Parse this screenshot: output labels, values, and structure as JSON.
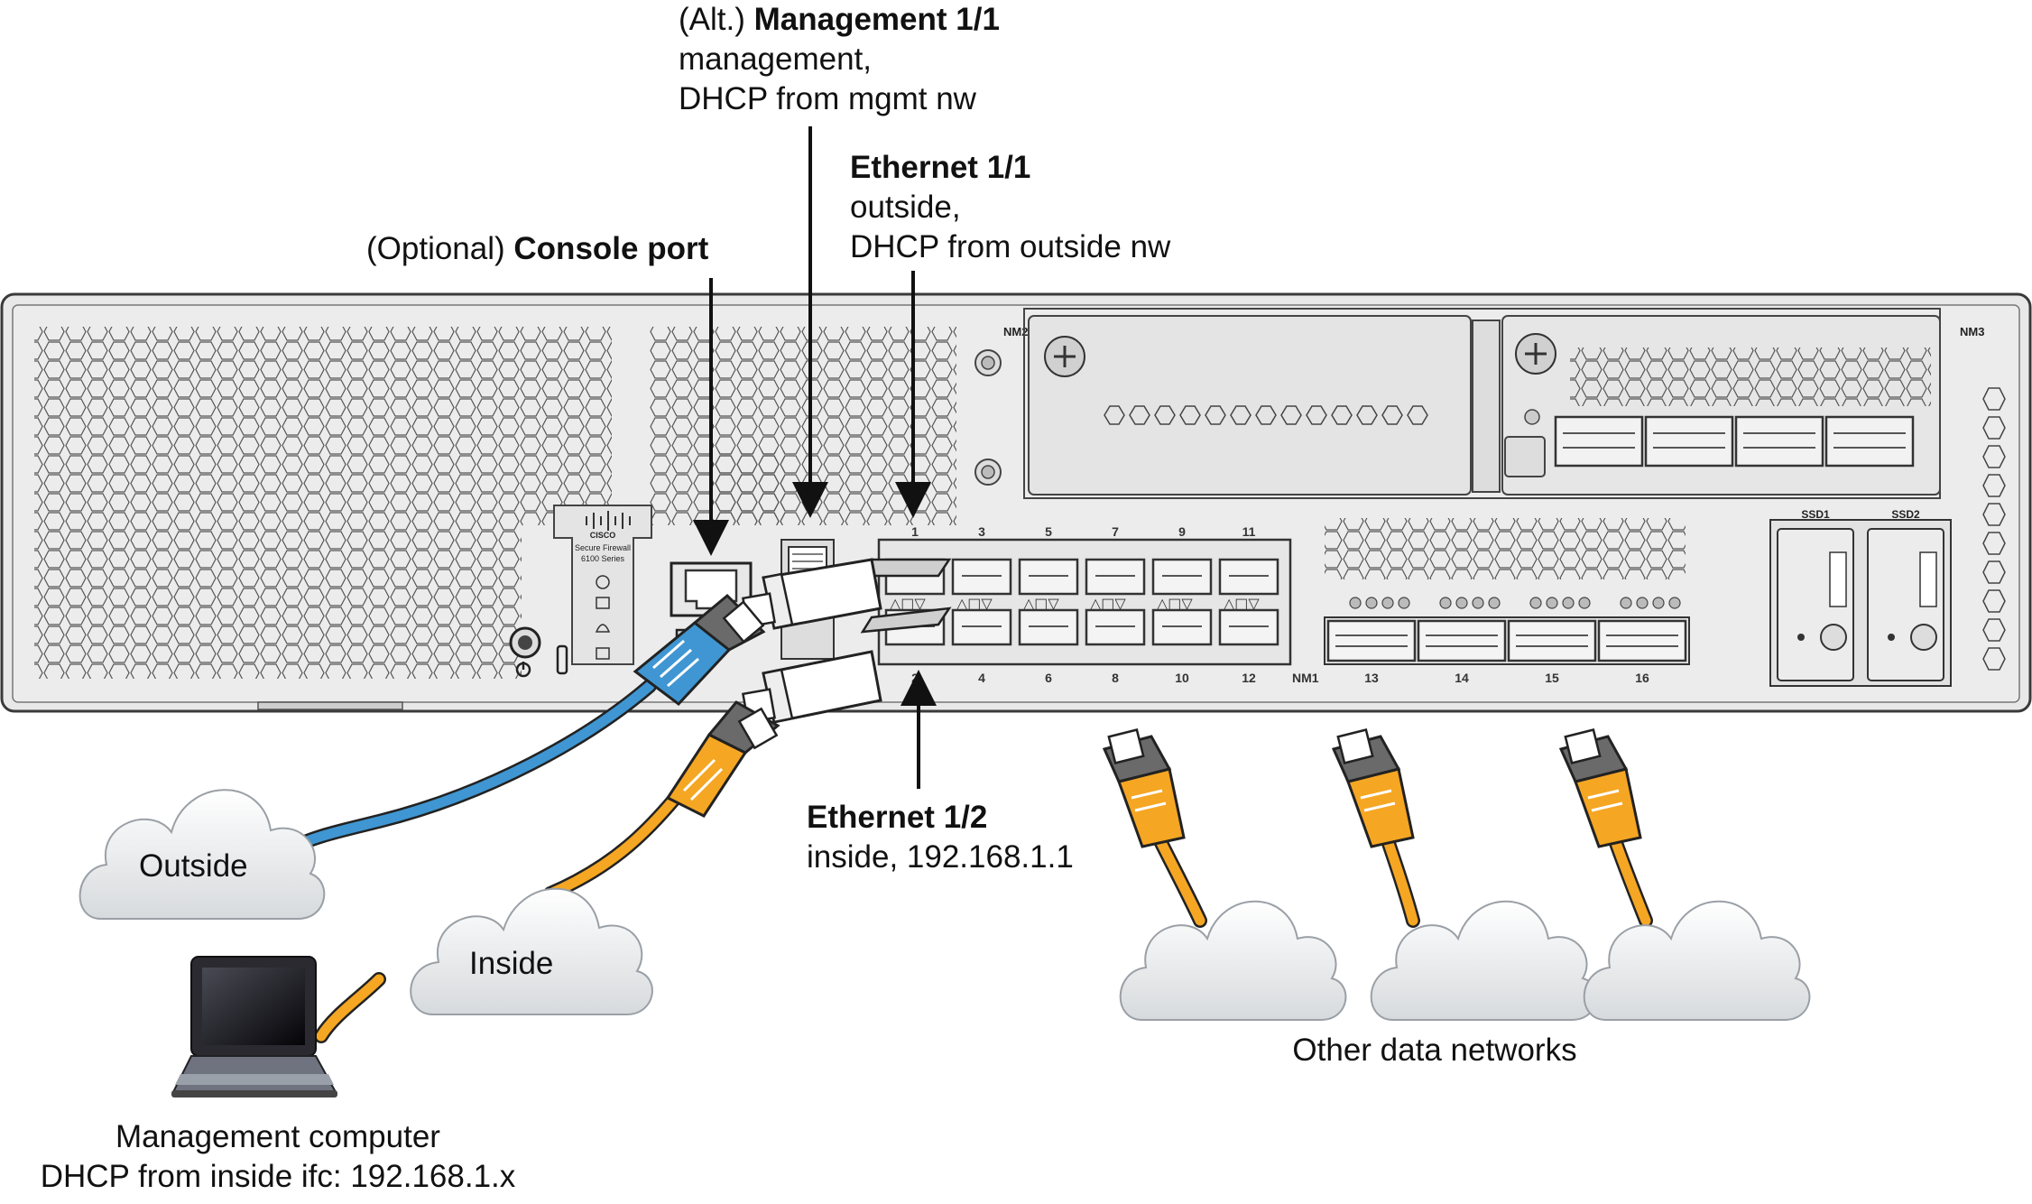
{
  "callouts": {
    "management": {
      "prefix": "(Alt.)",
      "title": "Management 1/1",
      "line2": "management,",
      "line3": "DHCP from mgmt nw"
    },
    "ethernet11": {
      "title": "Ethernet 1/1",
      "line2": "outside,",
      "line3": "DHCP from outside nw"
    },
    "console": {
      "prefix": "(Optional)",
      "title": "Console port"
    },
    "ethernet12": {
      "title": "Ethernet 1/2",
      "line2": "inside, 192.168.1.1"
    }
  },
  "clouds": {
    "outside": "Outside",
    "inside": "Inside"
  },
  "other_networks_label": "Other data networks",
  "management_computer": {
    "line1": "Management computer",
    "line2": "DHCP from inside ifc: 192.168.1.x"
  },
  "chassis": {
    "logo_text": "CISCO",
    "model_line1": "Secure Firewall",
    "model_line2": "6100 Series",
    "slot_nm1": "NM1",
    "slot_nm2": "NM2",
    "slot_nm3": "NM3",
    "ssd1": "SSD1",
    "ssd2": "SSD2",
    "port_numbers_top": [
      "1",
      "3",
      "5",
      "7",
      "9",
      "11"
    ],
    "port_numbers_bottom": [
      "2",
      "4",
      "6",
      "8",
      "10",
      "12"
    ],
    "port_numbers_qsfp": [
      "13",
      "14",
      "15",
      "16"
    ]
  },
  "colors": {
    "chassis_fill": "#e8e8e8",
    "chassis_stroke": "#3a3a3a",
    "outside_cable": "#3f96d2",
    "inside_cable": "#f5a623",
    "cloud_fill": "#eceef0",
    "arrow": "#111111"
  }
}
